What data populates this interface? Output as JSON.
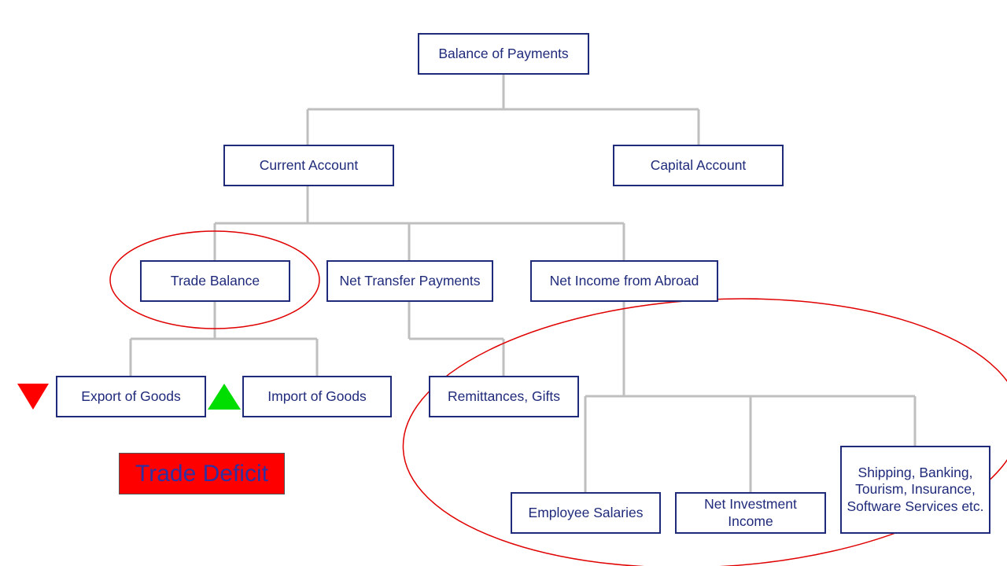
{
  "diagram": {
    "nodes": {
      "root": "Balance of Payments",
      "current": "Current Account",
      "capital": "Capital Account",
      "trade": "Trade Balance",
      "transfer": "Net Transfer Payments",
      "income": "Net Income from Abroad",
      "export": "Export of Goods",
      "import": "Import of Goods",
      "remit": "Remittances, Gifts",
      "salaries": "Employee Salaries",
      "investment": "Net Investment Income",
      "services": "Shipping, Banking, Tourism, Insurance, Software Services etc."
    },
    "badge": "Trade Deficit",
    "indicators": {
      "export": "down-triangle-icon",
      "import": "up-triangle-icon"
    },
    "colors": {
      "box_border": "#1f2a7a",
      "text": "#1f2a7a",
      "connector": "#bfbfbf",
      "highlight": "#e00000",
      "down_marker": "#ff0000",
      "up_marker": "#00dd00",
      "badge_fill": "#ff0000",
      "badge_text": "#3030a0"
    }
  }
}
